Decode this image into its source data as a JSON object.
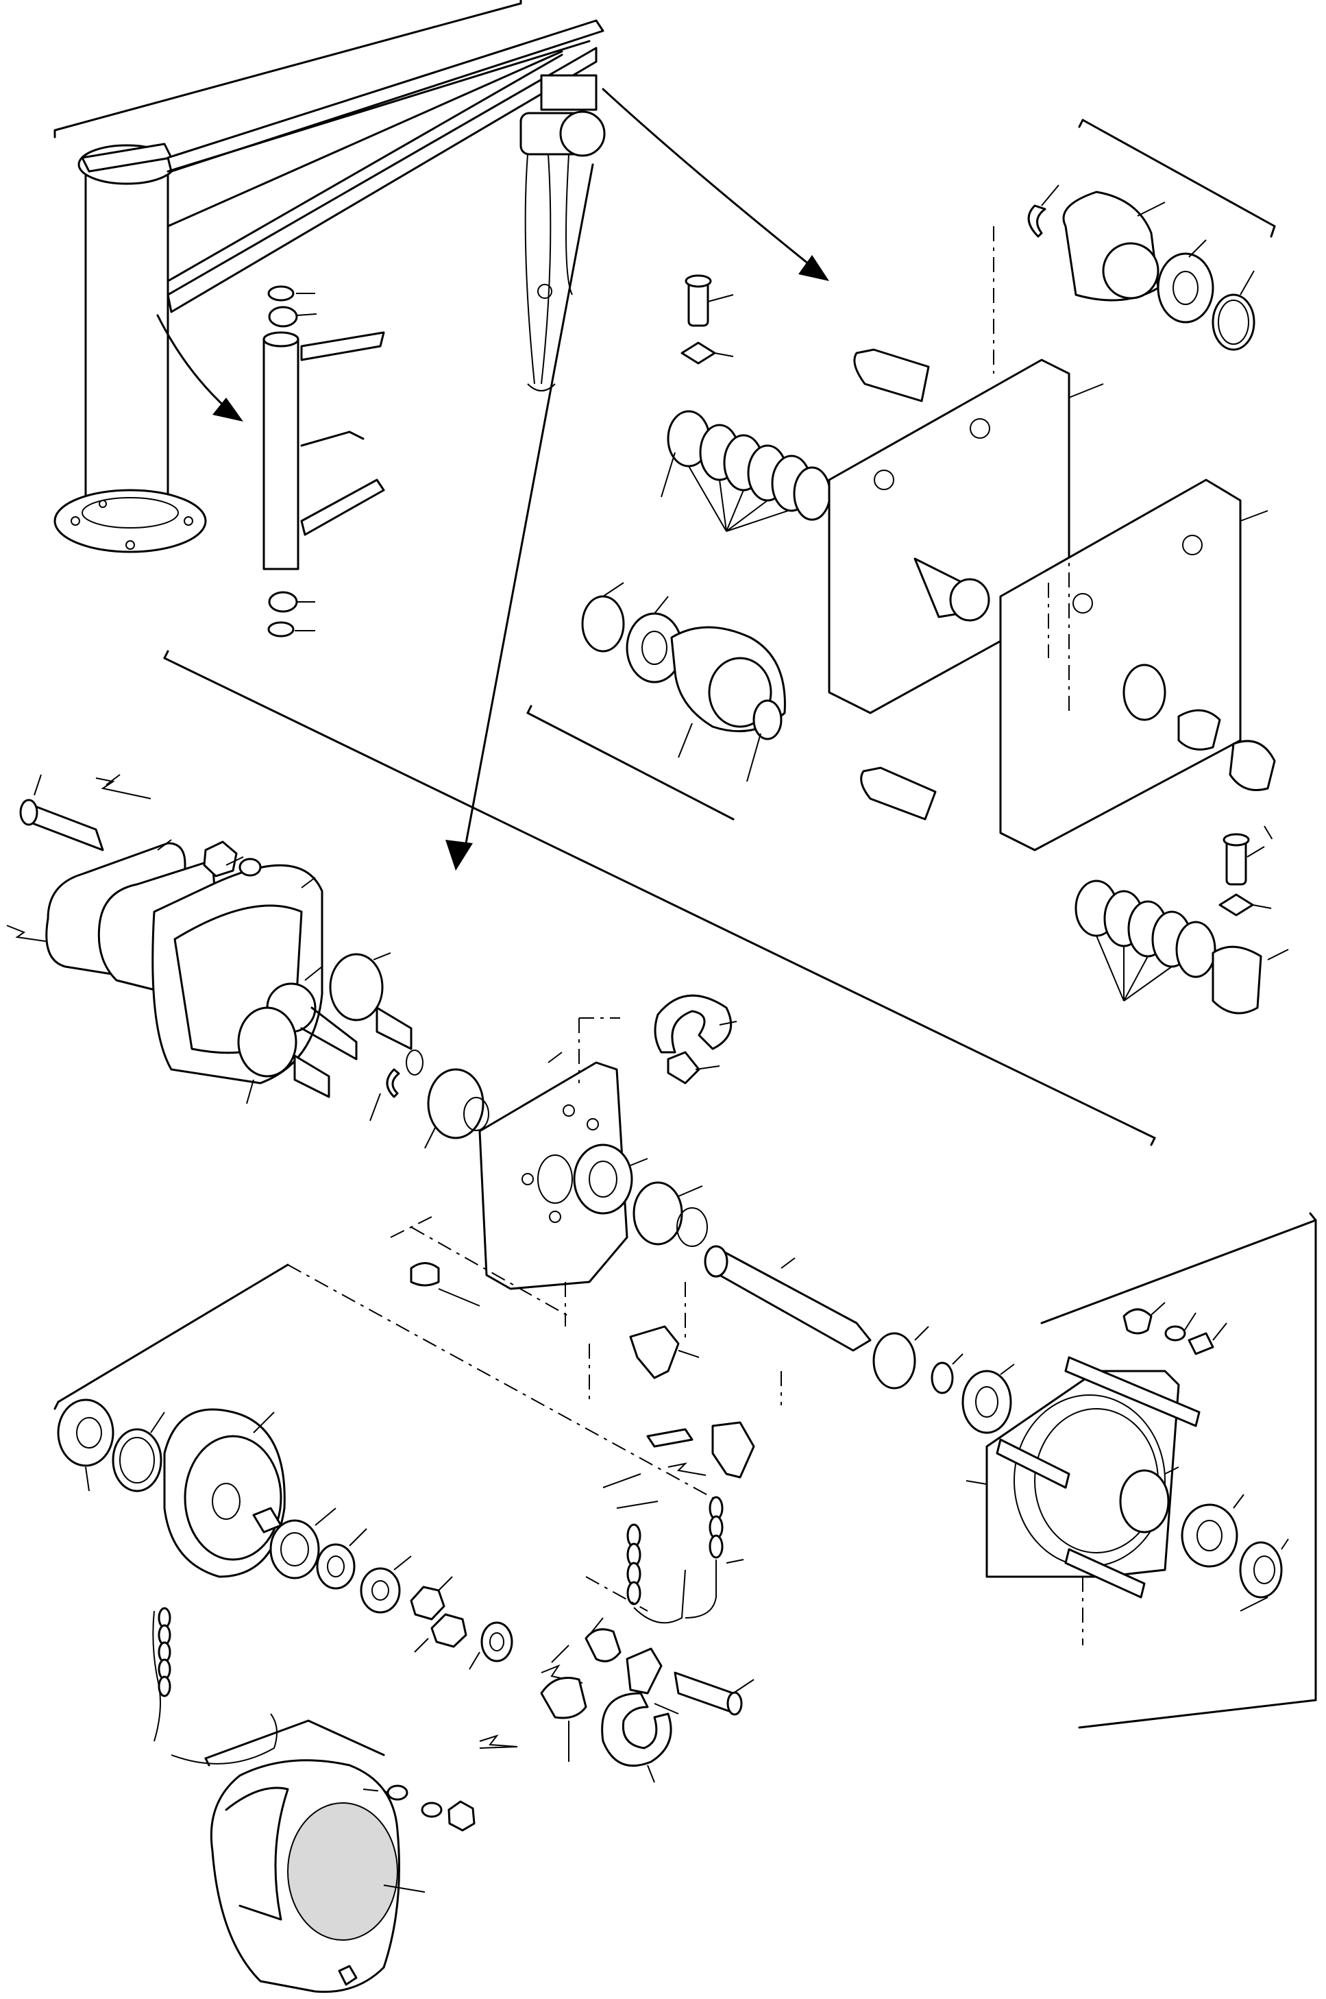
{
  "diagram": {
    "type": "exploded-parts-view",
    "text_labels": [],
    "leader_count": 86,
    "callout_style": "unlabeled leader lines",
    "line_color": "#000000",
    "background_color": "#ffffff"
  }
}
